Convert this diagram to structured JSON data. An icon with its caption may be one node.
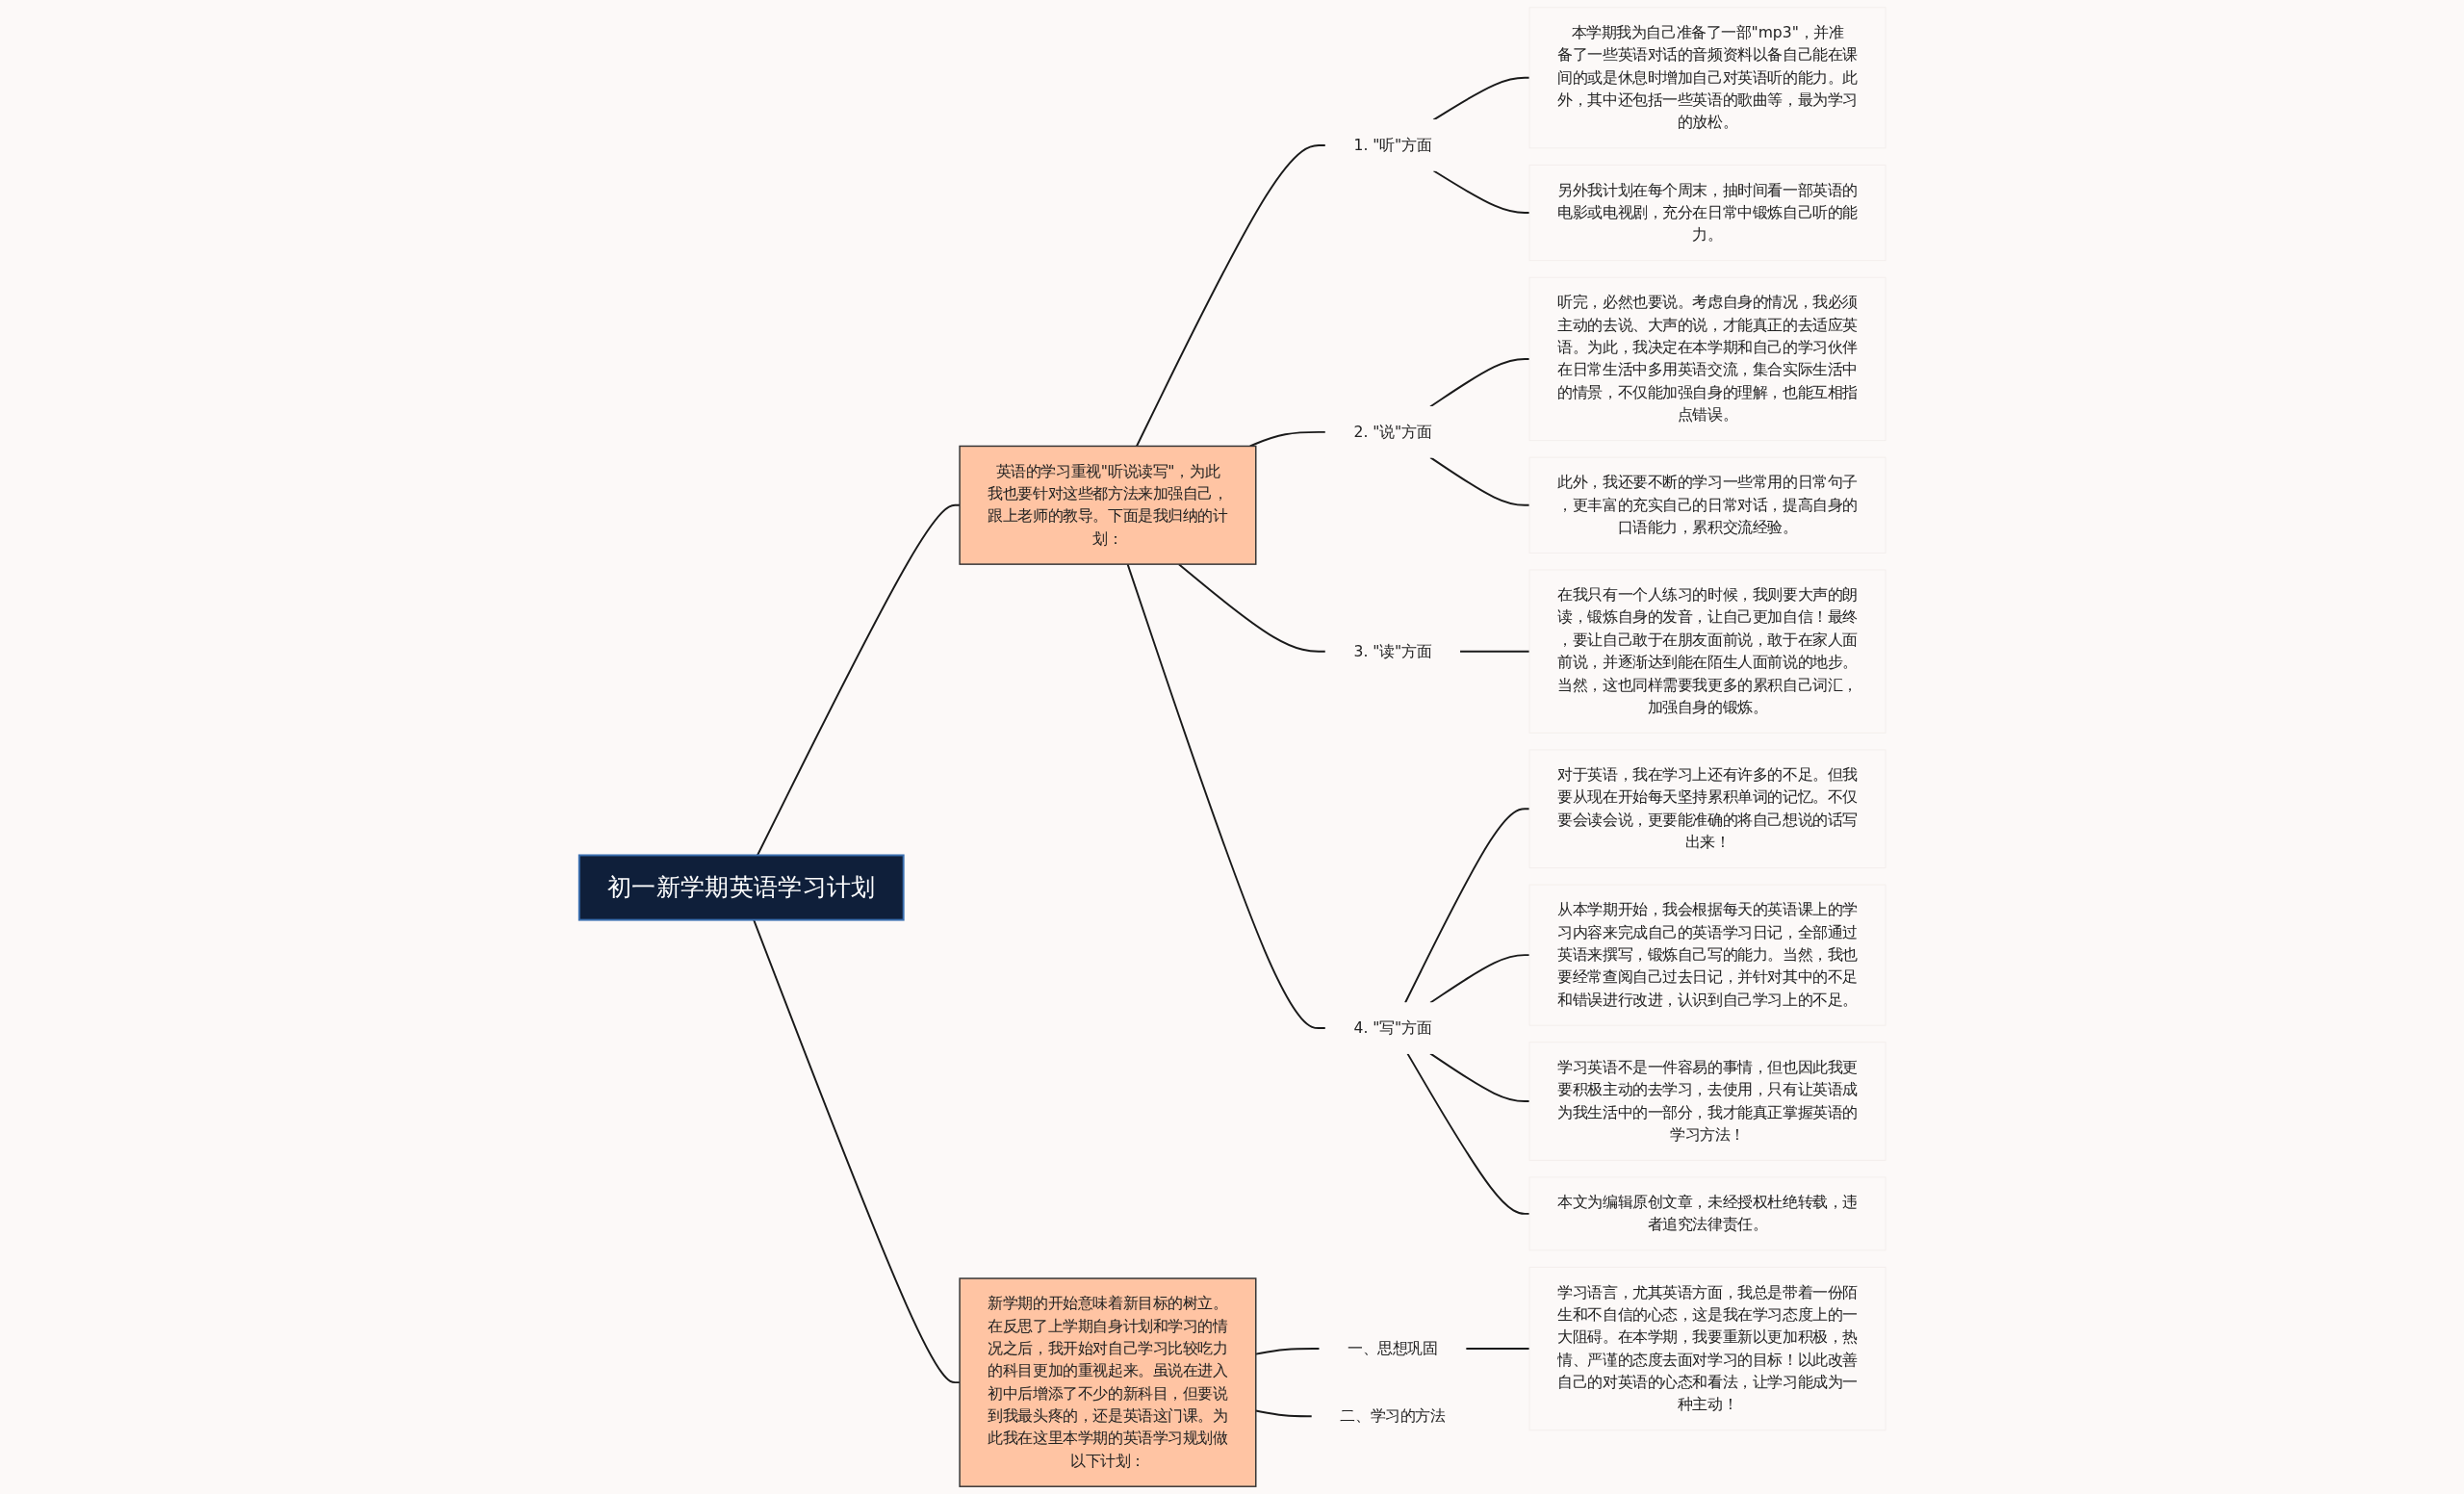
{
  "diagram": {
    "nodes": [
      {
        "text": [
          "初一新学期英语学习计划"
        ]
      },
      {
        "text": [
          "英语的学习重视\"听说读写\"，为此我也要针对这些都方法来加强自己，跟上老师的教导。下面是我归纳的计划："
        ]
      },
      {
        "text": [
          "1. \"听\"方面"
        ]
      },
      {
        "text": [
          "本学期我为自己准备了一部\"mp3\"，并准备了一些英语对话的音频资料以备自己能在课间的或是休息时增加自己对英语听的能力。此外，其中还包括一些英语的歌曲等，最为学习的放松。"
        ]
      },
      {
        "text": [
          "另外我计划在每个周末，抽时间看一部英语的电影或电视剧，充分在日常中锻炼自己听的能力。"
        ]
      },
      {
        "text": [
          "2. \"说\"方面"
        ]
      },
      {
        "text": [
          "听完，必然也要说。考虑自身的情况，我必须主动的去说、大声的说，才能真正的去适应英语。为此，我决定在本学期和自己的学习伙伴在日常生活中多用英语交流，集合实际生活中的情景，不仅能加强自身的理解，也能互相指点错误。"
        ]
      },
      {
        "text": [
          "此外，我还要不断的学习一些常用的日常句子，更丰富的充实自己的日常对话，提高自身的口语能力，累积交流经验。"
        ]
      },
      {
        "text": [
          "3. \"读\"方面"
        ]
      },
      {
        "text": [
          "在我只有一个人练习的时候，我则要大声的朗读，锻炼自身的发音，让自己更加自信！最终，要让自己敢于在朋友面前说，敢于在家人面前说，并逐渐达到能在陌生人面前说的地步。当然，这也同样需要我更多的累积自己词汇，加强自身的锻炼。"
        ]
      },
      {
        "text": [
          "4. \"写\"方面"
        ]
      },
      {
        "text": [
          "对于英语，我在学习上还有许多的不足。但我要从现在开始每天坚持累积单词的记忆。不仅要会读会说，更要能准确的将自己想说的话写出来！"
        ]
      },
      {
        "text": [
          "从本学期开始，我会根据每天的英语课上的学习内容来完成自己的英语学习日记，全部通过英语来撰写，锻炼自己写的能力。当然，我也要经常查阅自己过去日记，并针对其中的不足和错误进行改进，认识到自己学习上的不足。"
        ]
      },
      {
        "text": [
          "学习英语不是一件容易的事情，但也因此我更要积极主动的去学习，去使用，只有让英语成为我生活中的一部分，我才能真正掌握英语的学习方法！"
        ]
      },
      {
        "text": [
          "本文为编辑原创文章，未经授权杜绝转载，违者追究法律责任。"
        ]
      },
      {
        "text": [
          "新学期的开始意味着新目标的树立。在反思了上学期自身计划和学习的情况之后，我开始对自己学习比较吃力的科目更加的重视起来。虽说在进入初中后增添了不少的新科目，但要说到我最头疼的，还是英语这门课。为此我在这里本学期的英语学习规划做以下计划："
        ]
      },
      {
        "text": [
          "一、思想巩固"
        ]
      },
      {
        "text": [
          "学习语言，尤其英语方面，我总是带着一份陌生和不自信的心态，这是我在学习态度上的一大阻碍。在本学期，我要重新以更加积极，热情、严谨的态度去面对学习的目标！以此改善自己的对英语的心态和看法，让学习能成为一种主动！"
        ]
      },
      {
        "text": [
          "二、学习的方法"
        ]
      }
    ],
    "edges": [
      {
        "from": 0,
        "to": 1,
        "arrow": "none"
      },
      {
        "from": 1,
        "to": 2,
        "arrow": "none"
      },
      {
        "from": 2,
        "to": 3,
        "arrow": "none"
      },
      {
        "from": 2,
        "to": 4,
        "arrow": "none"
      },
      {
        "from": 1,
        "to": 5,
        "arrow": "none"
      },
      {
        "from": 5,
        "to": 6,
        "arrow": "none"
      },
      {
        "from": 5,
        "to": 7,
        "arrow": "none"
      },
      {
        "from": 1,
        "to": 8,
        "arrow": "none"
      },
      {
        "from": 8,
        "to": 9,
        "arrow": "none"
      },
      {
        "from": 1,
        "to": 10,
        "arrow": "none"
      },
      {
        "from": 10,
        "to": 11,
        "arrow": "none"
      },
      {
        "from": 10,
        "to": 12,
        "arrow": "none"
      },
      {
        "from": 10,
        "to": 13,
        "arrow": "none"
      },
      {
        "from": 10,
        "to": 14,
        "arrow": "none"
      },
      {
        "from": 0,
        "to": 15,
        "arrow": "none"
      },
      {
        "from": 15,
        "to": 16,
        "arrow": "none"
      },
      {
        "from": 16,
        "to": 17,
        "arrow": "none"
      },
      {
        "from": 15,
        "to": 18,
        "arrow": "none"
      }
    ]
  }
}
